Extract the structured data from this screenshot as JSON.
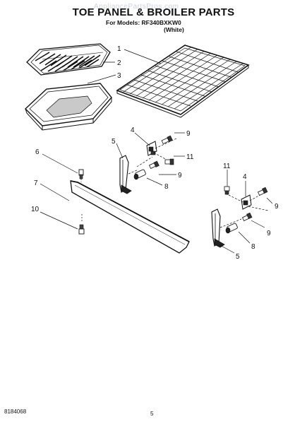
{
  "header": {
    "title": "TOE PANEL & BROILER PARTS",
    "models_line": "For Models: RF340BXKW0",
    "color_line": "(White)",
    "watermark": "AppliancePartsPros.com"
  },
  "footer": {
    "doc_number": "8184068",
    "page": "5"
  },
  "callouts": {
    "c1": "1",
    "c2": "2",
    "c3": "3",
    "c4a": "4",
    "c5a": "5",
    "c9a": "9",
    "c11a": "11",
    "c9b": "9",
    "c8a": "8",
    "c6": "6",
    "c7": "7",
    "c10": "10",
    "c11b": "11",
    "c4b": "4",
    "c9c": "9",
    "c9d": "9",
    "c8b": "8",
    "c5b": "5"
  }
}
